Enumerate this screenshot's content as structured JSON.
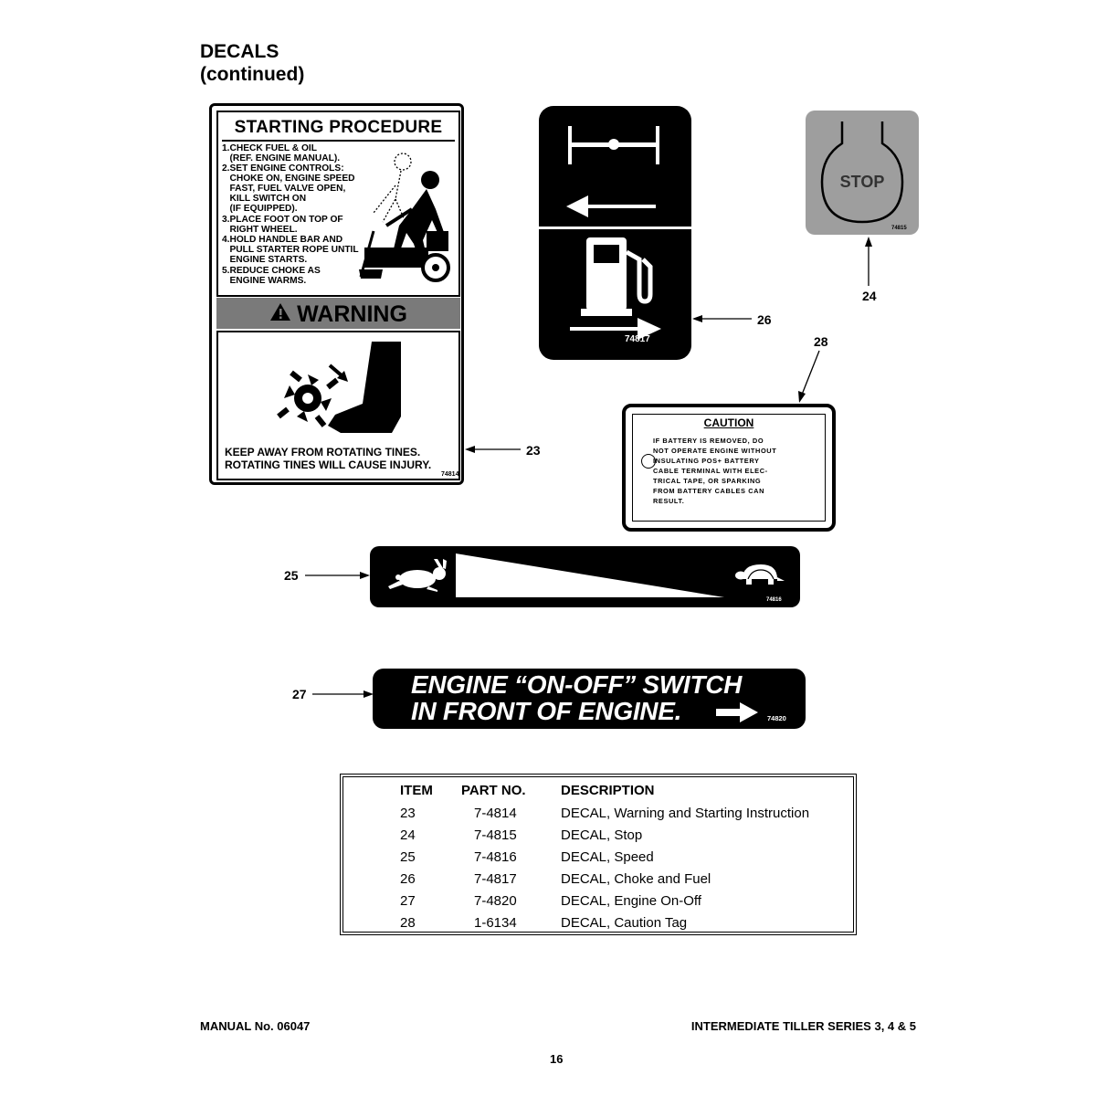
{
  "page": {
    "title_line1": "DECALS",
    "title_line2": "(continued)",
    "footer_left": "MANUAL No. 06047",
    "footer_right": "INTERMEDIATE TILLER SERIES 3, 4 & 5",
    "page_number": "16"
  },
  "decal_23": {
    "title": "STARTING PROCEDURE",
    "steps": [
      "1.CHECK FUEL & OIL",
      "   (REF. ENGINE MANUAL).",
      "2.SET ENGINE CONTROLS:",
      "   CHOKE ON, ENGINE SPEED",
      "   FAST, FUEL VALVE OPEN,",
      "   KILL SWITCH ON",
      "   (IF EQUIPPED).",
      "3.PLACE FOOT ON TOP OF",
      "   RIGHT WHEEL.",
      "4.HOLD HANDLE BAR AND",
      "   PULL STARTER ROPE UNTIL",
      "   ENGINE STARTS.",
      "5.REDUCE CHOKE AS",
      "   ENGINE WARMS."
    ],
    "warning": "WARNING",
    "keep_away_line1": "KEEP AWAY FROM ROTATING TINES.",
    "keep_away_line2": "ROTATING TINES WILL CAUSE INJURY.",
    "part_label": "74814",
    "callout": "23"
  },
  "decal_26": {
    "part_label": "74817",
    "callout": "26"
  },
  "decal_24": {
    "text": "STOP",
    "part_label": "74815",
    "callout": "24"
  },
  "decal_28": {
    "heading": "CAUTION",
    "lines": [
      "IF BATTERY IS REMOVED, DO",
      "NOT OPERATE ENGINE WITHOUT",
      "INSULATING POS+ BATTERY",
      "CABLE TERMINAL WITH ELEC-",
      "TRICAL TAPE, OR SPARKING",
      "FROM BATTERY CABLES CAN",
      "RESULT."
    ],
    "callout": "28"
  },
  "decal_25": {
    "part_label": "74816",
    "callout": "25"
  },
  "decal_27": {
    "line1": "ENGINE “ON-OFF” SWITCH",
    "line2": "IN FRONT OF ENGINE.",
    "part_label": "74820",
    "callout": "27"
  },
  "parts_table": {
    "headers": [
      "ITEM",
      "PART NO.",
      "DESCRIPTION"
    ],
    "rows": [
      [
        "23",
        "7-4814",
        "DECAL, Warning and Starting Instruction"
      ],
      [
        "24",
        "7-4815",
        "DECAL, Stop"
      ],
      [
        "25",
        "7-4816",
        "DECAL, Speed"
      ],
      [
        "26",
        "7-4817",
        "DECAL, Choke and Fuel"
      ],
      [
        "27",
        "7-4820",
        "DECAL, Engine On-Off"
      ],
      [
        "28",
        "1-6134",
        "DECAL, Caution Tag"
      ]
    ]
  }
}
